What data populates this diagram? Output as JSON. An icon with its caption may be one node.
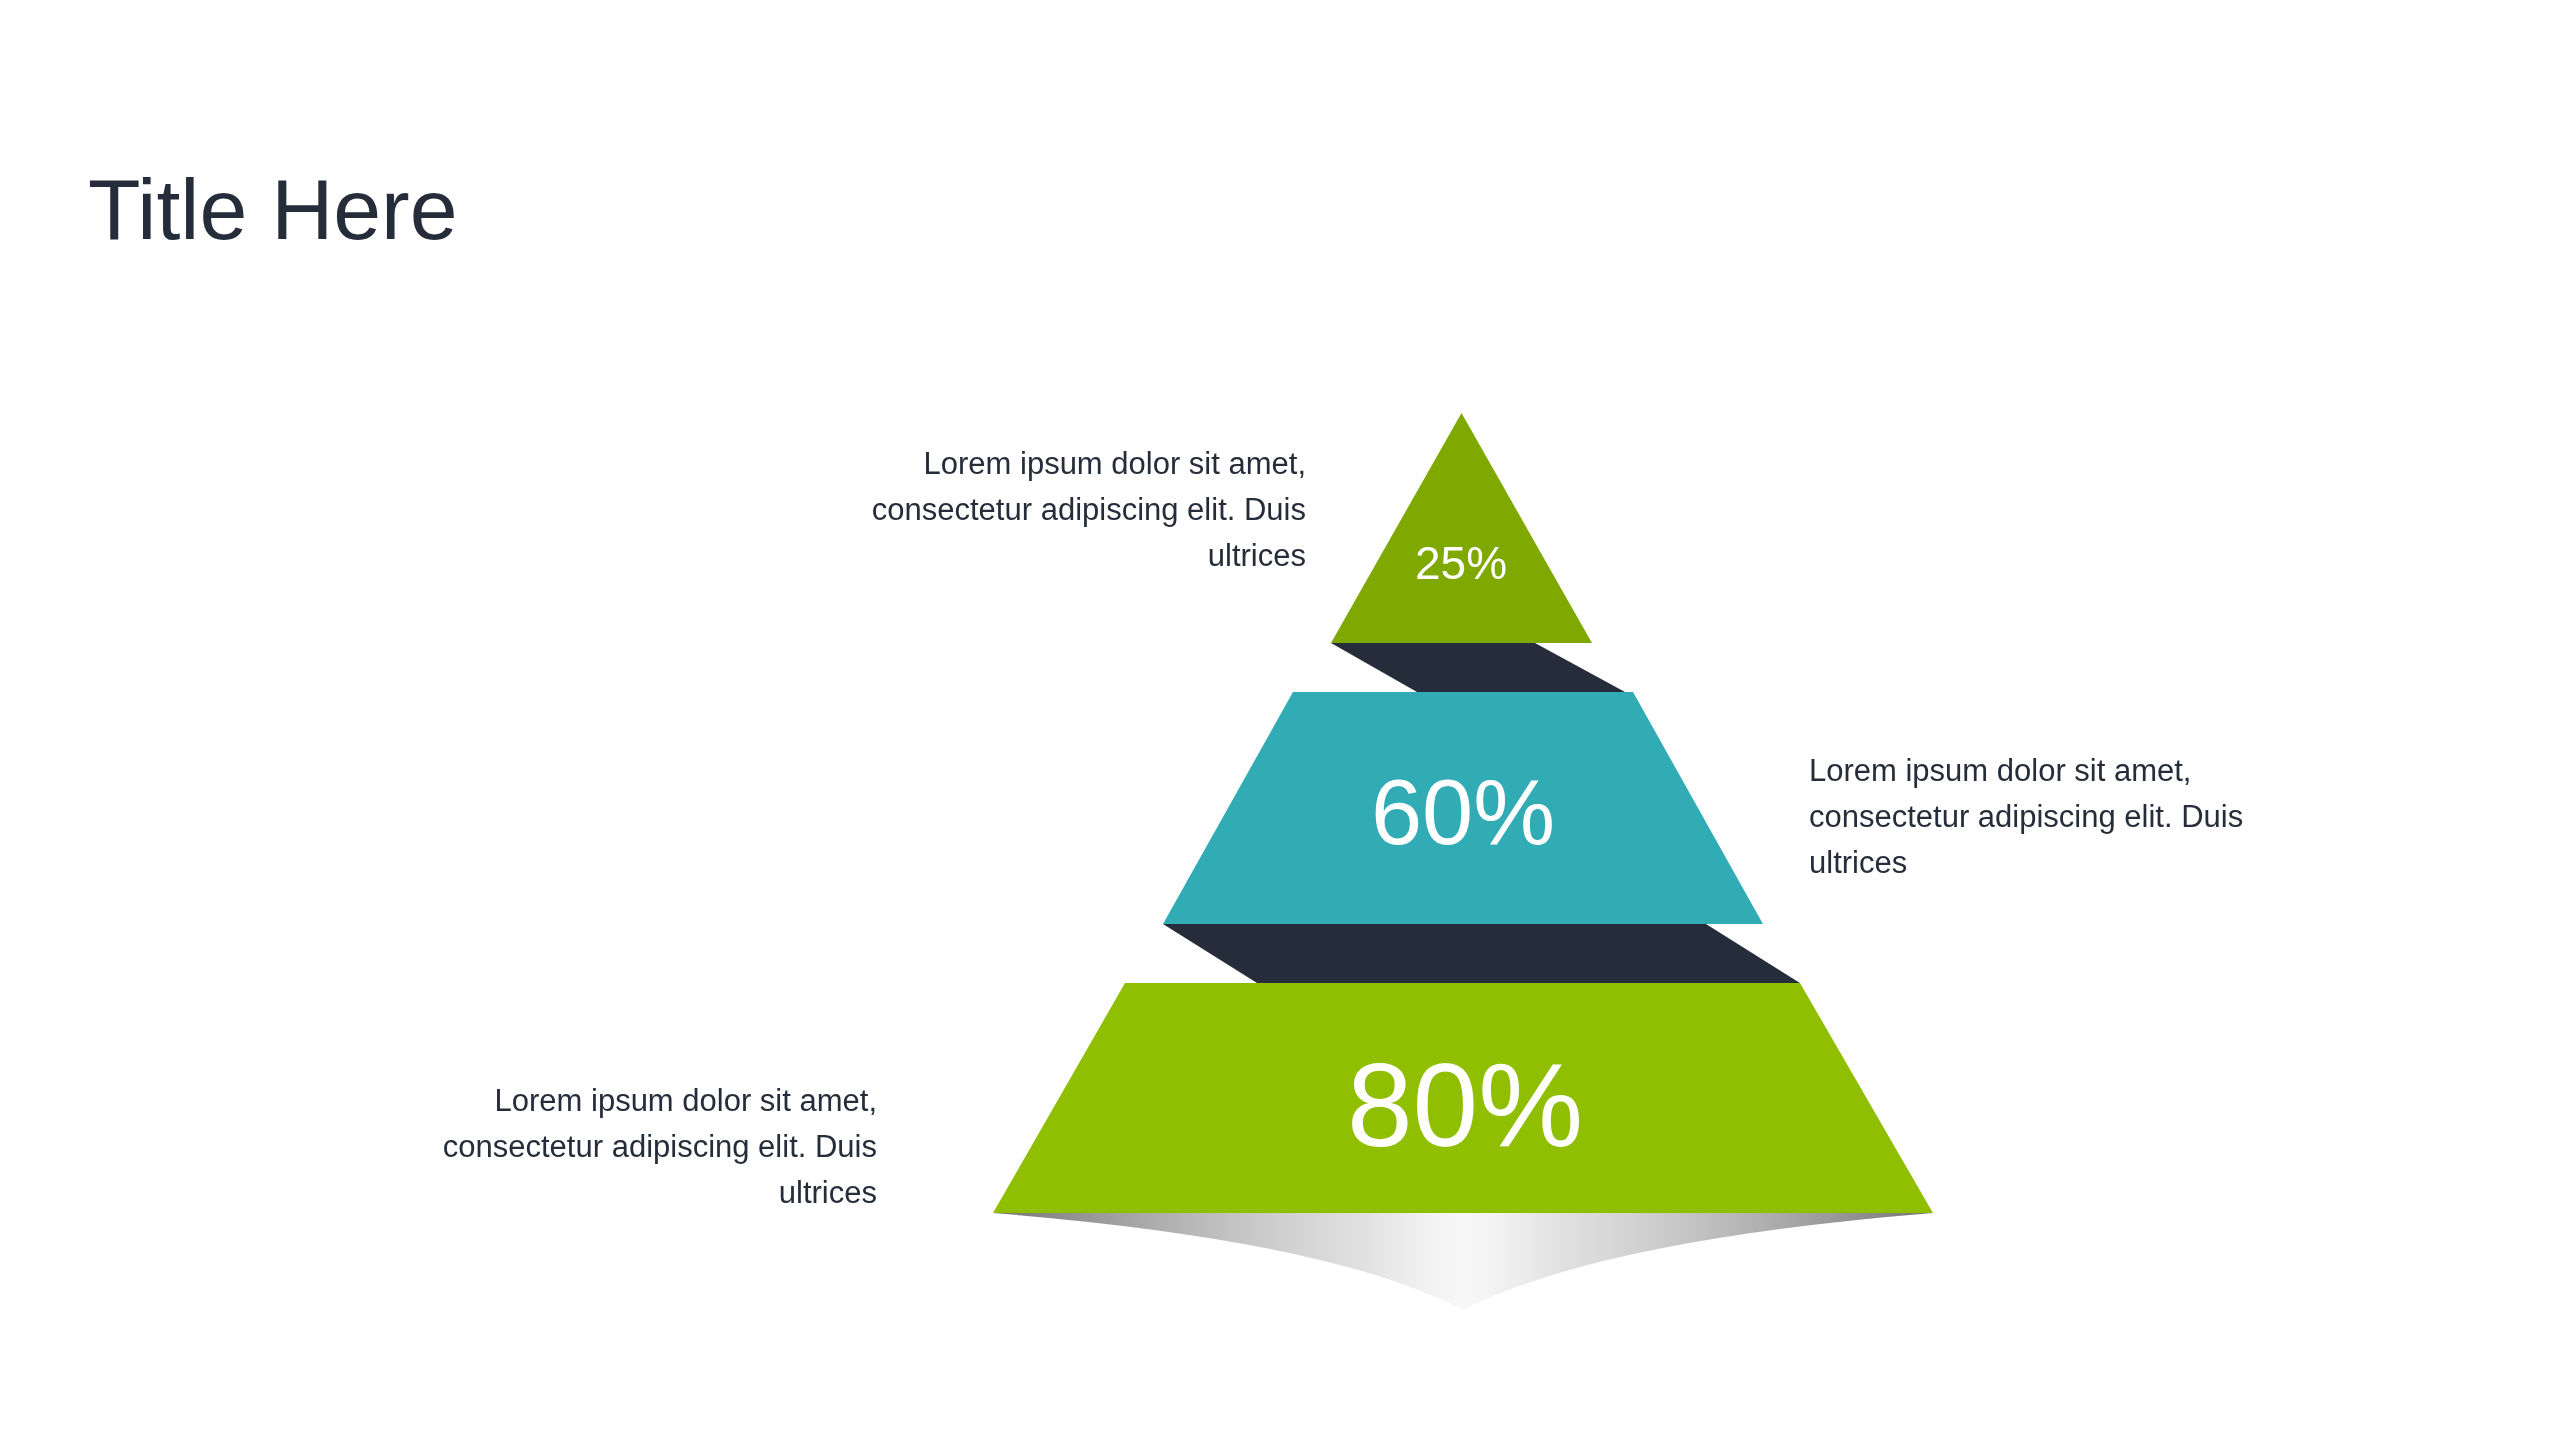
{
  "diagram": {
    "title": "Title Here",
    "nodes": [
      {
        "text": [
          "25%"
        ],
        "beside": [
          "Lorem ipsum dolor sit amet, consectetur adipiscing elit. Duis ultrices"
        ]
      },
      {
        "text": [],
        "shape": "band"
      },
      {
        "text": [
          "60%"
        ],
        "beside": [
          "Lorem ipsum dolor sit amet, consectetur adipiscing elit. Duis ultrices"
        ]
      },
      {
        "text": [],
        "shape": "band"
      },
      {
        "text": [
          "80%"
        ],
        "beside": [
          "Lorem ipsum dolor sit amet, consectetur adipiscing elit. Duis ultrices"
        ]
      }
    ]
  }
}
